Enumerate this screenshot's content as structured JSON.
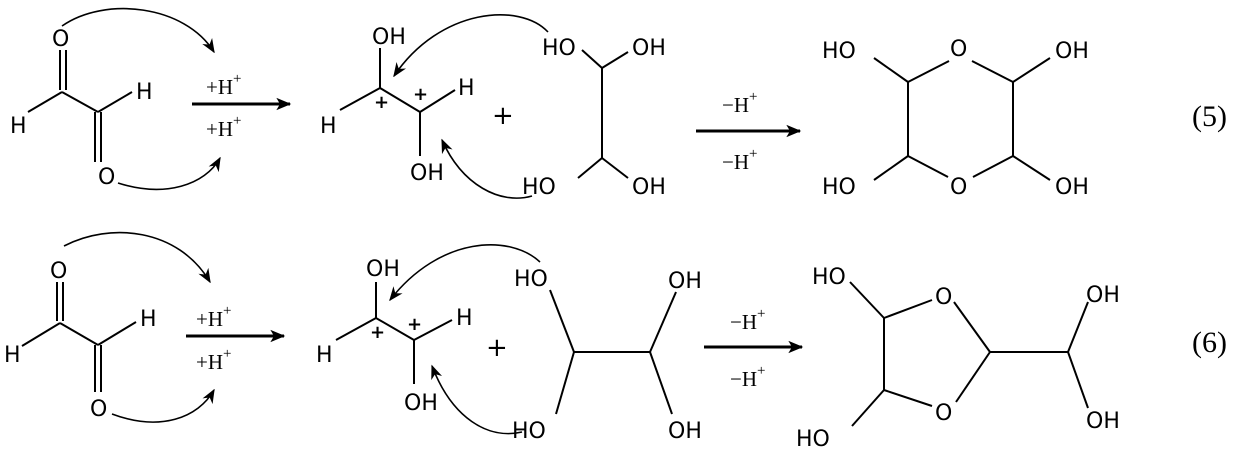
{
  "atoms": {
    "O": "O",
    "H": "H",
    "OH": "OH",
    "HO": "HO",
    "plus_charge": "+"
  },
  "reactions": [
    {
      "number": "(5)",
      "step1_above": "+H",
      "step1_below": "+H",
      "proton_sup": "+",
      "plus_sign": "+",
      "step2_above": "−H",
      "step2_below": "−H"
    },
    {
      "number": "(6)",
      "step1_above": "+H",
      "step1_below": "+H",
      "proton_sup": "+",
      "plus_sign": "+",
      "step2_above": "−H",
      "step2_below": "−H"
    }
  ]
}
